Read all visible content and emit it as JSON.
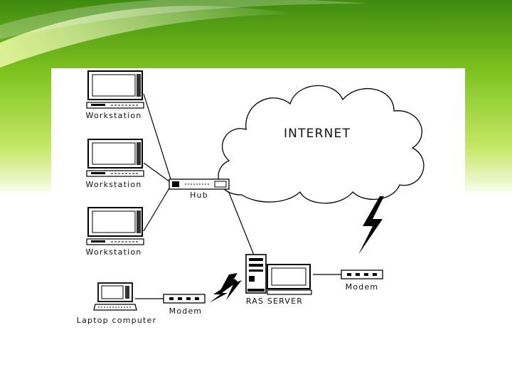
{
  "colors": {
    "header_green_light": "#d9f06a",
    "header_green": "#7cc21e",
    "header_green_dark": "#3f8a10",
    "line": "#000000"
  },
  "diagram": {
    "cloud_label": "INTERNET",
    "workstation_labels": [
      "Workstation",
      "Workstation",
      "Workstation"
    ],
    "hub_label": "Hub",
    "server_label": "RAS SERVER",
    "modem_left_label": "Modem",
    "modem_right_label": "Modem",
    "laptop_label": "Laptop computer"
  }
}
